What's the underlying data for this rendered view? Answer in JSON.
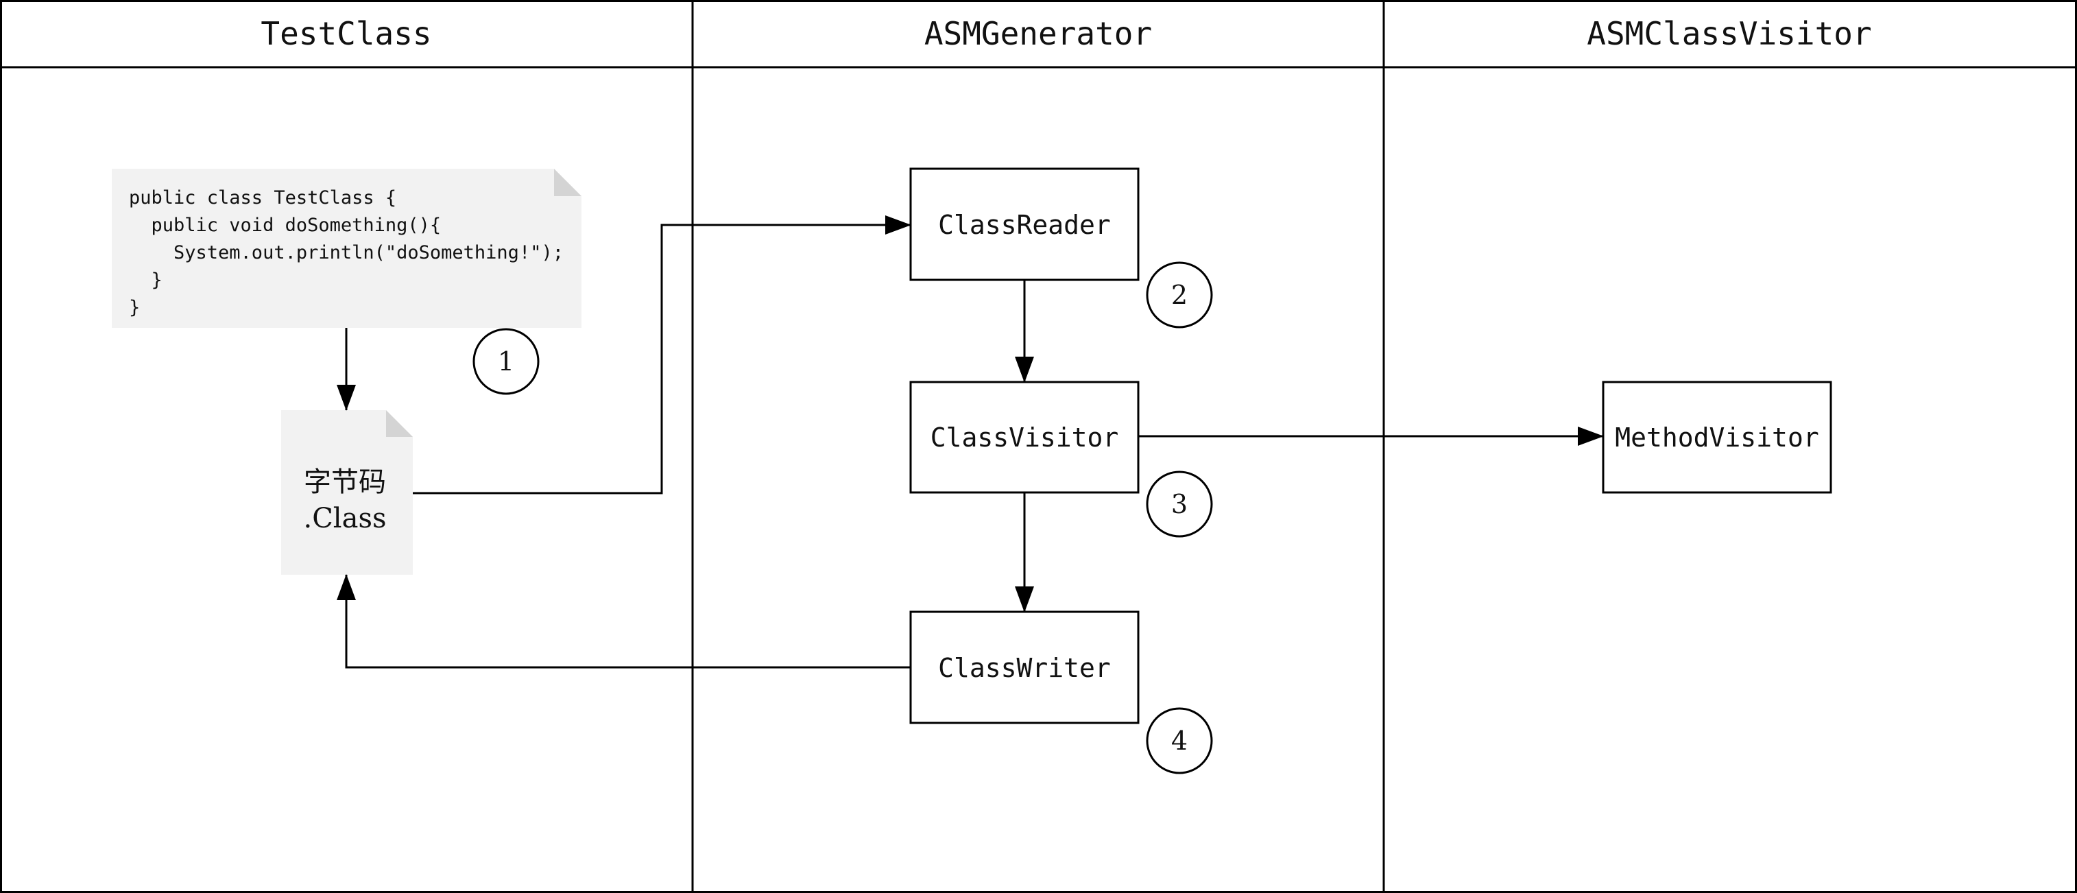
{
  "lanes": [
    {
      "title": "TestClass"
    },
    {
      "title": "ASMGenerator"
    },
    {
      "title": "ASMClassVisitor"
    }
  ],
  "source_doc": {
    "lines": [
      "public class TestClass {",
      "  public void doSomething(){",
      "    System.out.println(\"doSomething!\");",
      "  }",
      "}"
    ]
  },
  "bytecode_doc": {
    "line1": "字节码",
    "line2": ".Class"
  },
  "boxes": {
    "class_reader": "ClassReader",
    "class_visitor": "ClassVisitor",
    "class_writer": "ClassWriter",
    "method_visitor": "MethodVisitor"
  },
  "steps": [
    "1",
    "2",
    "3",
    "4"
  ]
}
